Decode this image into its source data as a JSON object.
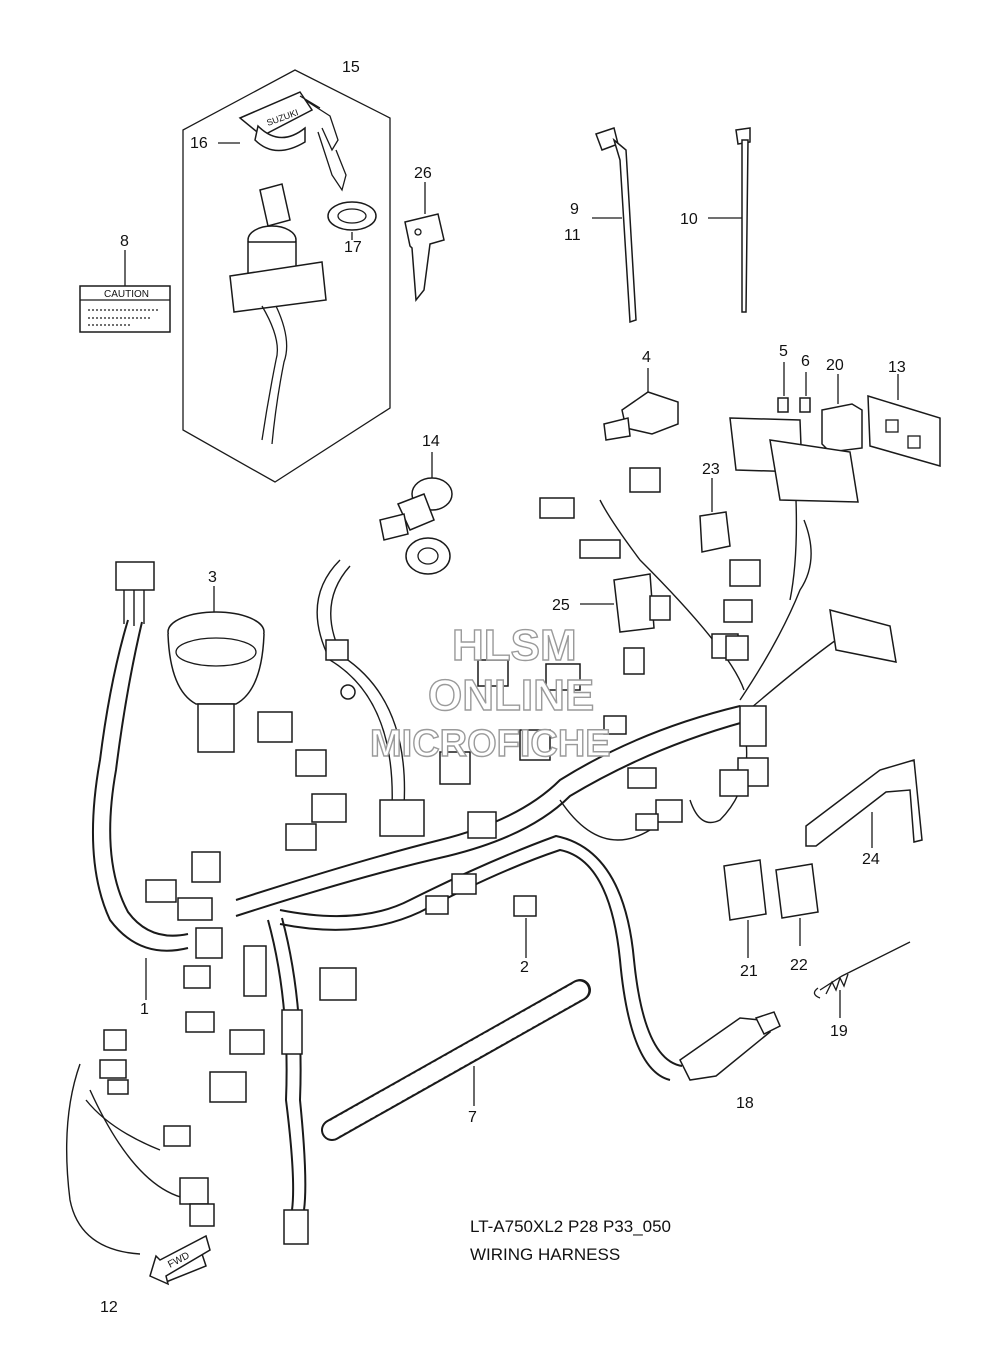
{
  "diagram": {
    "callouts": [
      "1",
      "2",
      "3",
      "4",
      "5",
      "6",
      "7",
      "8",
      "9",
      "11",
      "10",
      "12",
      "13",
      "14",
      "15",
      "16",
      "17",
      "18",
      "19",
      "20",
      "21",
      "22",
      "23",
      "24",
      "25",
      "26"
    ],
    "caution_label": "CAUTION",
    "brand_on_key": "SUZUKI",
    "fwd_label": "FWD",
    "watermark": [
      "HLSM",
      "ONLINE",
      "MICROFICHE"
    ],
    "caption_code": "LT-A750XL2 P28 P33_050",
    "caption_title": "WIRING HARNESS"
  }
}
